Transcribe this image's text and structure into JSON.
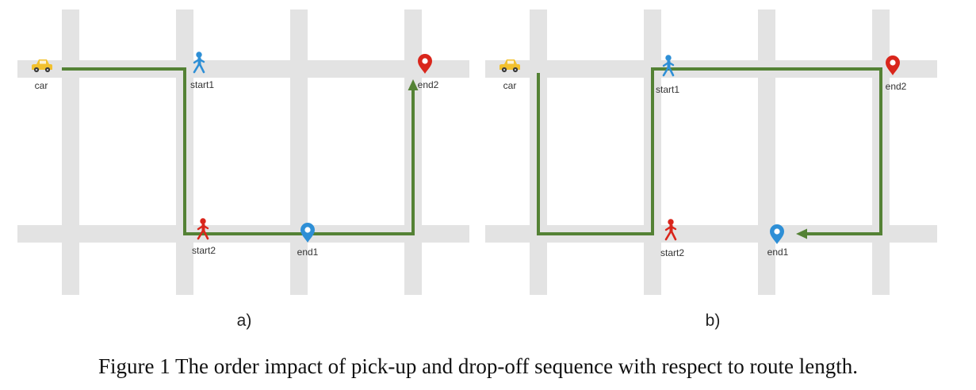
{
  "panels": [
    {
      "id": "a",
      "label": "a)",
      "labels": {
        "car": "car",
        "start1": "start1",
        "end2": "end2",
        "start2": "start2",
        "end1": "end1"
      }
    },
    {
      "id": "b",
      "label": "b)",
      "labels": {
        "car": "car",
        "start1": "start1",
        "end2": "end2",
        "start2": "start2",
        "end1": "end1"
      }
    }
  ],
  "caption": "Figure 1 The order impact of pick-up and drop-off sequence with respect to route length.",
  "colors": {
    "road": "#e3e3e3",
    "route": "#548235",
    "passenger1": "#2e8fd6",
    "passenger2": "#d9261c",
    "car": "#f2c12e"
  }
}
